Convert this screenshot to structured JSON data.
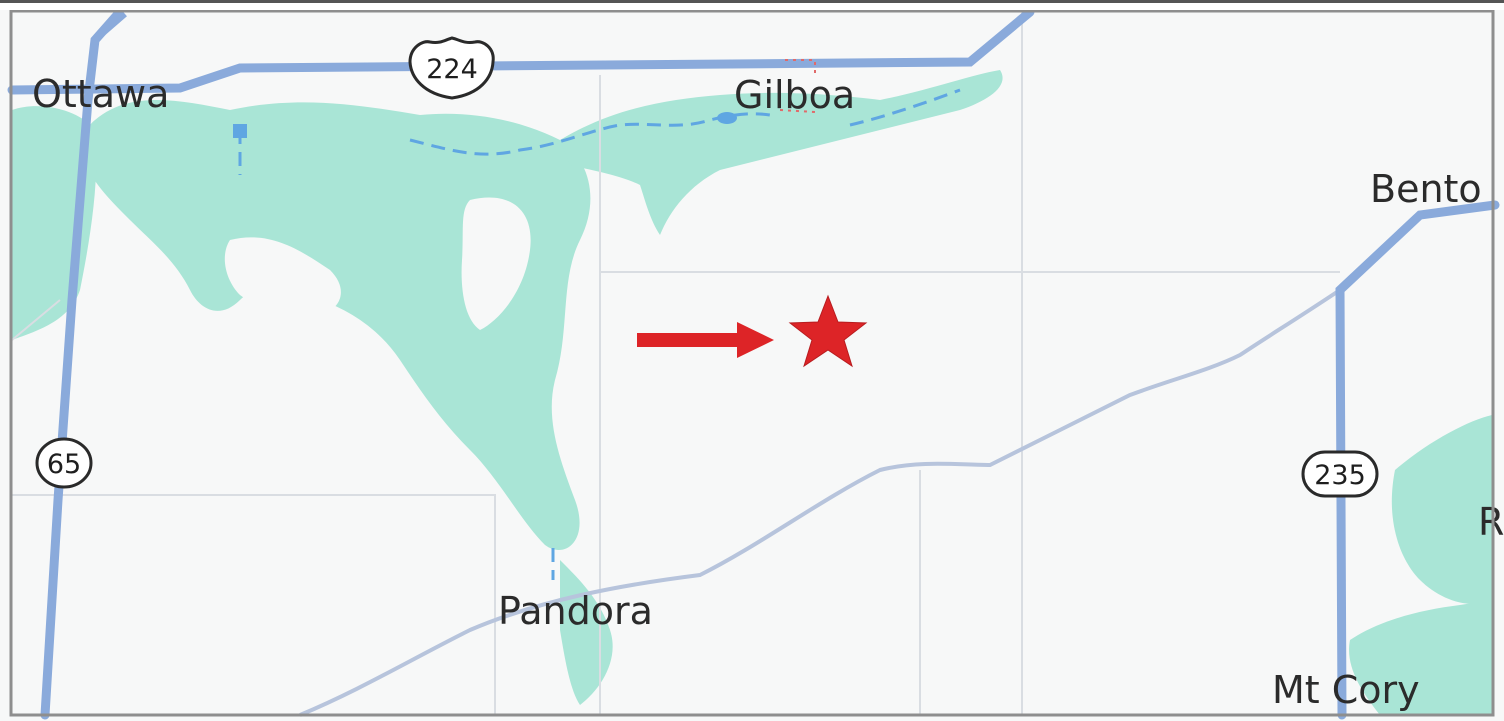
{
  "map": {
    "colors": {
      "land": "#f7f8f8",
      "frame": "#8e8e8e",
      "water_green": "#a9e5d6",
      "water_blue": "#5fa6e2",
      "highway": "#8aaadb",
      "minor_road": "#b7c4dc",
      "grid_line": "#d9dde2",
      "marker_red": "#dd2427",
      "label_text": "#2b2b2b",
      "boundary_dots": "#e06a6a"
    },
    "places": [
      {
        "name": "Ottawa"
      },
      {
        "name": "Gilboa"
      },
      {
        "name": "Bento"
      },
      {
        "name": "Pandora"
      },
      {
        "name": "Mt Cory"
      },
      {
        "name": "R"
      }
    ],
    "routes": [
      {
        "number": "224",
        "shield": "us-highway-shield"
      },
      {
        "number": "65",
        "shield": "state-route-shield"
      },
      {
        "number": "235",
        "shield": "state-route-shield"
      }
    ],
    "annotations": {
      "arrow_icon": "arrow-right-icon",
      "marker_icon": "star-icon"
    }
  }
}
